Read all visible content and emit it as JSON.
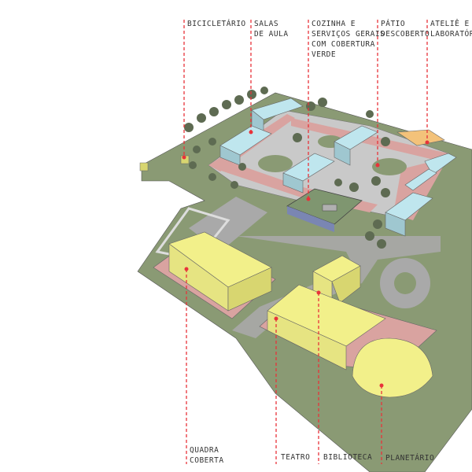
{
  "labels_top": [
    {
      "id": "bicicletario",
      "text": "BICICLETÁRIO"
    },
    {
      "id": "salas",
      "text": "SALAS\nDE AULA"
    },
    {
      "id": "cozinha",
      "text": "COZINHA E\nSERVIÇOS GERAIS\nCOM COBERTURA\nVERDE"
    },
    {
      "id": "patio",
      "text": "PÁTIO\nDESCOBERTO"
    },
    {
      "id": "atelie",
      "text": "ATELIÊ E\nLABORATÓRIO"
    }
  ],
  "labels_bottom": [
    {
      "id": "quadra",
      "text": "QUADRA\nCOBERTA"
    },
    {
      "id": "teatro",
      "text": "TEATRO"
    },
    {
      "id": "biblioteca",
      "text": "BIBLIOTECA"
    },
    {
      "id": "planetario",
      "text": "PLANETÁRIO"
    }
  ],
  "colors": {
    "leader": "#e8333a",
    "grass": "#8a9a74",
    "road": "#a6a6a6",
    "pink": "#d9a3a0",
    "blue": "#bfe6ee",
    "yellow": "#f2f08a",
    "orange": "#f3c27a"
  }
}
